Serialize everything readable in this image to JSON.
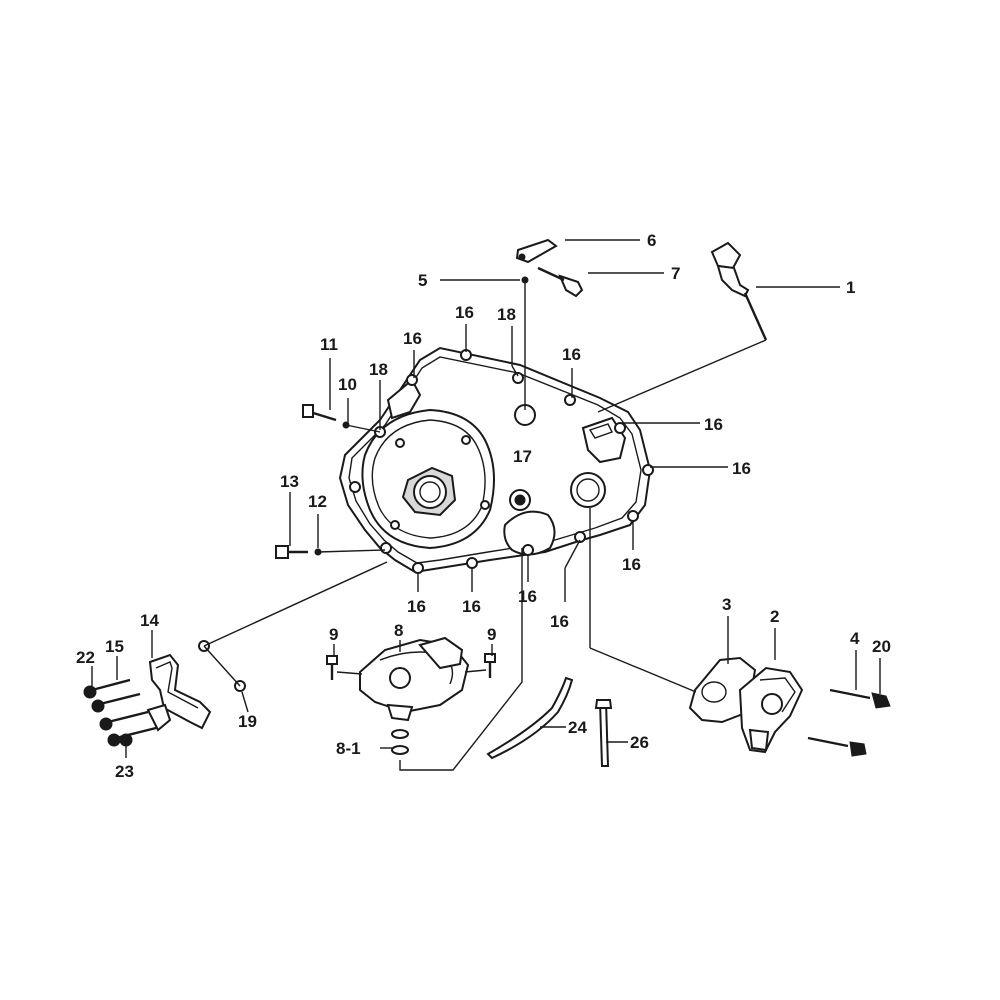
{
  "diagram": {
    "labels": {
      "p1": "1",
      "p2": "2",
      "p3": "3",
      "p4": "4",
      "p5": "5",
      "p6": "6",
      "p7": "7",
      "p8": "8",
      "p8_1": "8-1",
      "p9": "9",
      "p10": "10",
      "p11": "11",
      "p12": "12",
      "p13": "13",
      "p14": "14",
      "p15": "15",
      "p16": "16",
      "p17": "17",
      "p18": "18",
      "p19": "19",
      "p20": "20",
      "p22": "22",
      "p23": "23",
      "p24": "24",
      "p26": "26"
    }
  }
}
